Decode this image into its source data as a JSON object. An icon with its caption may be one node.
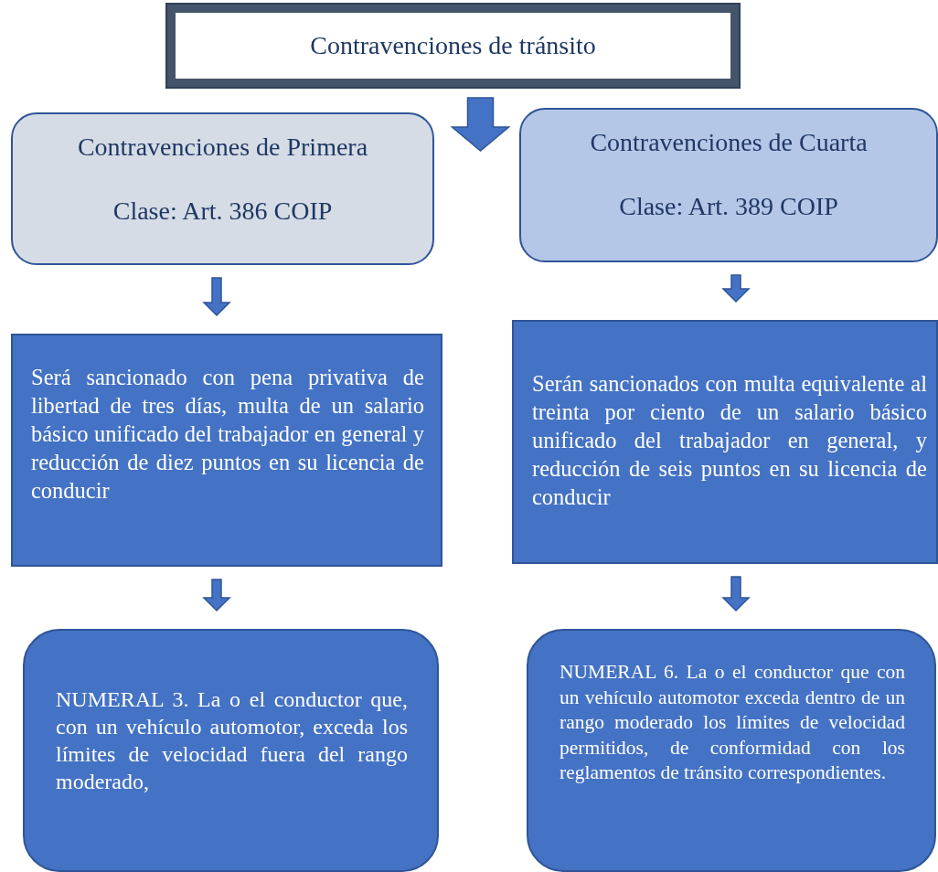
{
  "diagram": {
    "nodes": [
      {
        "text": [
          "Contravenciones de tránsito"
        ]
      },
      {
        "text": [
          "Contravenciones de Primera",
          "Clase: Art. 386 COIP"
        ]
      },
      {
        "text": [
          "Contravenciones de Cuarta",
          "Clase: Art. 389 COIP"
        ]
      },
      {
        "text": [
          "Será sancionado con pena privativa de libertad de tres días, multa de un salario básico unificado del trabajador en general y reducción de diez puntos en su licencia de conducir"
        ]
      },
      {
        "text": [
          "Serán sancionados con multa equivalente al treinta por ciento de un salario básico unificado del trabajador en general, y reducción de seis puntos en su licencia de conducir"
        ]
      },
      {
        "text": [
          "NUMERAL 3. La o el conductor que, con un vehículo automotor, exceda los límites de velocidad fuera del rango moderado,"
        ]
      },
      {
        "text": [
          "NUMERAL 6. La o el conductor que con un vehículo automotor exceda dentro de un rango moderado los límites de velocidad permitidos, de conformidad con los reglamentos de tránsito correspondientes."
        ]
      }
    ],
    "edges": [
      {
        "from": 0,
        "to": null,
        "arrow": "to"
      },
      {
        "from": 1,
        "to": 3,
        "arrow": "to"
      },
      {
        "from": 3,
        "to": 5,
        "arrow": "to"
      },
      {
        "from": 2,
        "to": 4,
        "arrow": "to"
      },
      {
        "from": 4,
        "to": 6,
        "arrow": "to"
      }
    ]
  }
}
